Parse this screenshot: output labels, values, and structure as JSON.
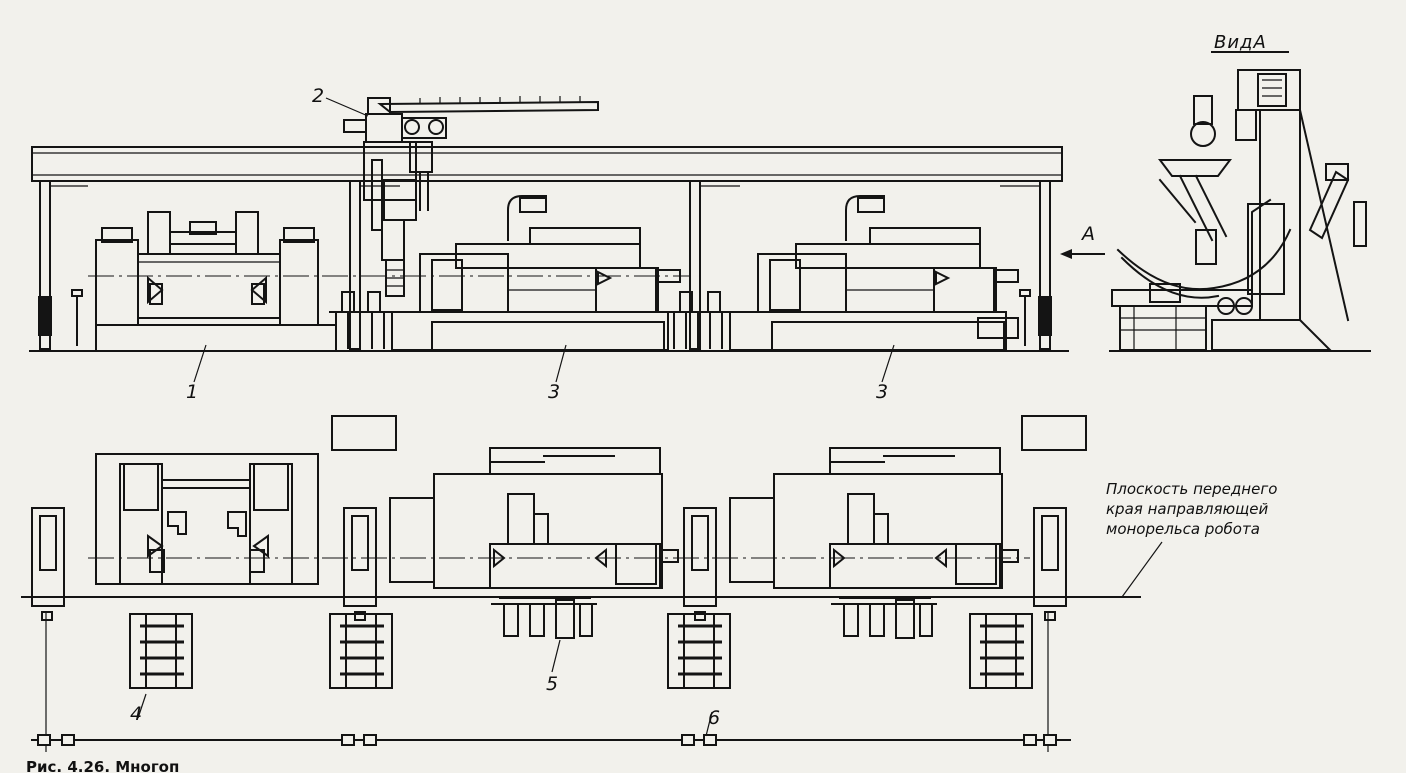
{
  "labels": {
    "l1": "1",
    "l2": "2",
    "l3a": "3",
    "l3b": "3",
    "l4": "4",
    "l5": "5",
    "l6": "6",
    "arrow": "A"
  },
  "view_title": "ВидА",
  "note": {
    "line1": "Плоскость переднего",
    "line2": "края направляющей",
    "line3": "монорельса робота"
  },
  "caption": "Рис. 4.26. Многоп",
  "colors": {
    "ink": "#141414",
    "paper": "#f2f1ec"
  }
}
